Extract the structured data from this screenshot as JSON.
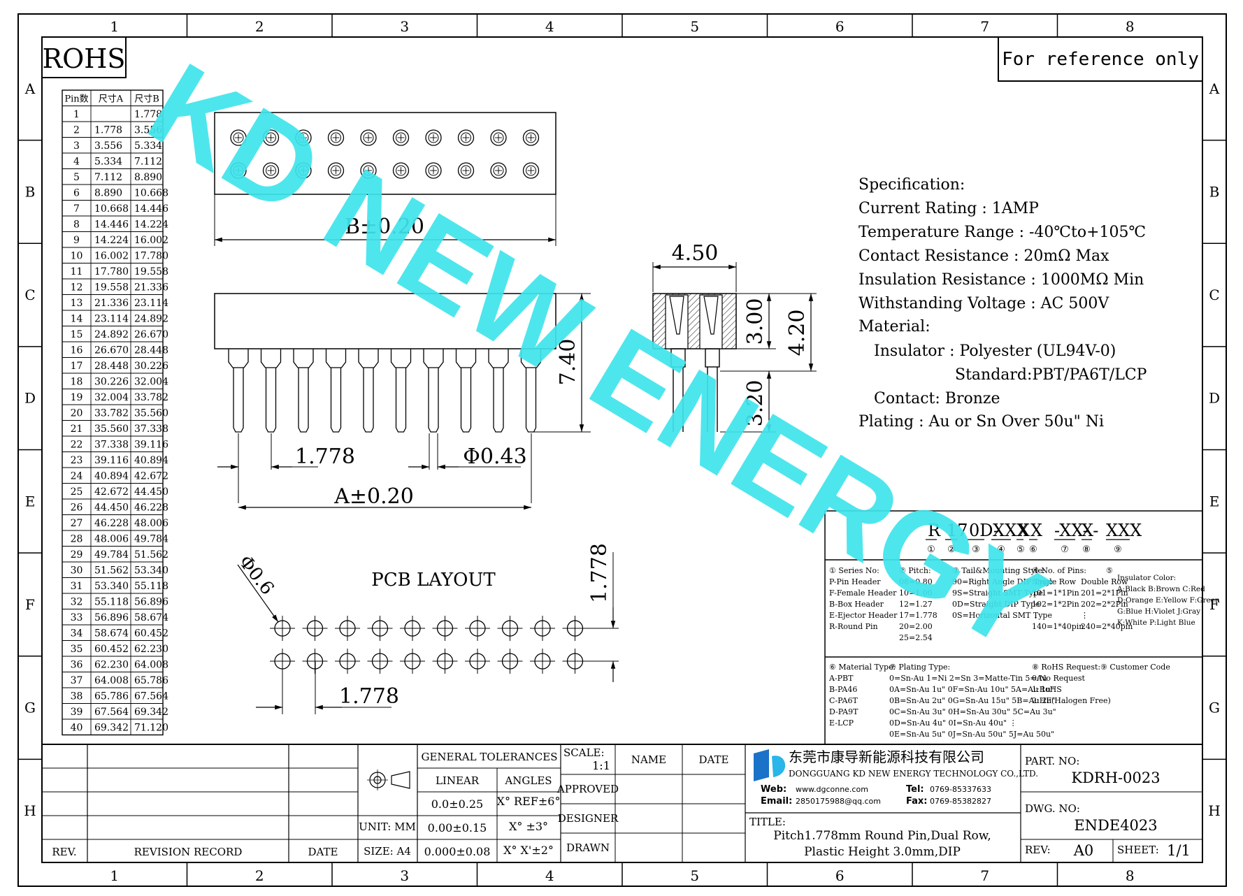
{
  "border": {
    "columns": [
      "1",
      "2",
      "3",
      "4",
      "5",
      "6",
      "7",
      "8"
    ],
    "rows": [
      "A",
      "B",
      "C",
      "D",
      "E",
      "F",
      "G",
      "H"
    ]
  },
  "rohs_label": "ROHS",
  "reference_label": "For reference only",
  "watermark": "KD NEW ENERGY",
  "pin_table": {
    "headers": [
      "Pin数",
      "尺寸A",
      "尺寸B"
    ],
    "rows": [
      [
        "1",
        "",
        "1.778"
      ],
      [
        "2",
        "1.778",
        "3.556"
      ],
      [
        "3",
        "3.556",
        "5.334"
      ],
      [
        "4",
        "5.334",
        "7.112"
      ],
      [
        "5",
        "7.112",
        "8.890"
      ],
      [
        "6",
        "8.890",
        "10.668"
      ],
      [
        "7",
        "10.668",
        "14.446"
      ],
      [
        "8",
        "14.446",
        "14.224"
      ],
      [
        "9",
        "14.224",
        "16.002"
      ],
      [
        "10",
        "16.002",
        "17.780"
      ],
      [
        "11",
        "17.780",
        "19.558"
      ],
      [
        "12",
        "19.558",
        "21.336"
      ],
      [
        "13",
        "21.336",
        "23.114"
      ],
      [
        "14",
        "23.114",
        "24.892"
      ],
      [
        "15",
        "24.892",
        "26.670"
      ],
      [
        "16",
        "26.670",
        "28.448"
      ],
      [
        "17",
        "28.448",
        "30.226"
      ],
      [
        "18",
        "30.226",
        "32.004"
      ],
      [
        "19",
        "32.004",
        "33.782"
      ],
      [
        "20",
        "33.782",
        "35.560"
      ],
      [
        "21",
        "35.560",
        "37.338"
      ],
      [
        "22",
        "37.338",
        "39.116"
      ],
      [
        "23",
        "39.116",
        "40.894"
      ],
      [
        "24",
        "40.894",
        "42.672"
      ],
      [
        "25",
        "42.672",
        "44.450"
      ],
      [
        "26",
        "44.450",
        "46.228"
      ],
      [
        "27",
        "46.228",
        "48.006"
      ],
      [
        "28",
        "48.006",
        "49.784"
      ],
      [
        "29",
        "49.784",
        "51.562"
      ],
      [
        "30",
        "51.562",
        "53.340"
      ],
      [
        "31",
        "53.340",
        "55.118"
      ],
      [
        "32",
        "55.118",
        "56.896"
      ],
      [
        "33",
        "56.896",
        "58.674"
      ],
      [
        "34",
        "58.674",
        "60.452"
      ],
      [
        "35",
        "60.452",
        "62.230"
      ],
      [
        "36",
        "62.230",
        "64.008"
      ],
      [
        "37",
        "64.008",
        "65.786"
      ],
      [
        "38",
        "65.786",
        "67.564"
      ],
      [
        "39",
        "67.564",
        "69.342"
      ],
      [
        "40",
        "69.342",
        "71.120"
      ]
    ]
  },
  "dims": {
    "b_width": "B±0.20",
    "pitch": "1.778",
    "pin_dia": "Φ0.43",
    "a_width": "A±0.20",
    "height_total": "7.40",
    "side_width": "4.50",
    "h_300": "3.00",
    "h_420": "4.20",
    "h_320": "3.20",
    "pcb_title": "PCB LAYOUT",
    "pcb_hole": "Φ0.6",
    "pcb_row_pitch": "1.778",
    "pcb_pitch": "1.778"
  },
  "specification": [
    "Specification:",
    "Current Rating : 1AMP",
    "Temperature Range : -40℃to+105℃",
    "Contact Resistance : 20mΩ Max",
    "Insulation Resistance : 1000MΩ Min",
    "Withstanding Voltage : AC 500V",
    "Material:",
    "Insulator : Polyester (UL94V-0)",
    "Standard:PBT/PA6T/LCP",
    "Contact: Bronze",
    "Plating : Au or Sn Over 50u\" Ni"
  ],
  "part_code": {
    "segments": [
      "R",
      "17",
      "0D-",
      "XXX",
      "X",
      "X",
      "-XX-",
      "X-",
      "XXX"
    ],
    "markers": [
      "①",
      "②",
      "③",
      "④",
      "⑤",
      "⑥",
      "⑦",
      "⑧",
      "⑨"
    ]
  },
  "code_legend": {
    "series": [
      "① Series No:",
      "P-Pin Header",
      "F-Female Header",
      "B-Box Header",
      "E-Ejector Header",
      "R-Round Pin"
    ],
    "pitch": [
      "② Pitch:",
      "08=0.80",
      "10=1.00",
      "12=1.27",
      "17=1.778",
      "20=2.00",
      "25=2.54"
    ],
    "tail": [
      "③ Tail&Mounting Style:",
      "90=Right Angle DIP Type",
      "9S=Straight SMT Type",
      "0D=Straight DIP Type",
      "0S=Horizontal SMT Type"
    ],
    "pins": [
      "④ No. of Pins:",
      "Single Row",
      "101=1*1Pin",
      "102=1*2Pin",
      "⋮",
      "140=1*40pin"
    ],
    "pins_double": [
      "Double Row",
      "201=2*1Pin",
      "202=2*2Pin",
      "⋮",
      "240=2*40pin"
    ],
    "insulator": [
      "⑤",
      "Insulator Color:",
      "A:Black  B:Brown  C:Red",
      "D:Orange E:Yellow F:Green",
      "G:Blue   H:Violet J:Gray",
      "K:White  P:Light Blue"
    ],
    "material": [
      "⑥ Material Type:",
      "A-PBT",
      "B-PA46",
      "C-PA6T",
      "D-PA9T",
      "E-LCP"
    ],
    "plating": [
      "⑦ Plating Type:",
      "0=Sn-Au 1=Ni 2=Sn 3=Matte-Tin 5=Au",
      "0A=Sn-Au 1u\" 0F=Sn-Au 10u\"  5A=Au 1u\"",
      "0B=Sn-Au 2u\" 0G=Sn-Au 15u\"  5B=Au 2u\"",
      "0C=Sn-Au 3u\" 0H=Sn-Au 30u\"  5C=Au 3u\"",
      "0D=Sn-Au 4u\" 0I=Sn-Au 40u\"      ⋮",
      "0E=Sn-Au 5u\" 0J=Sn-Au 50u\"  5J=Au 50u\""
    ],
    "rohs": [
      "⑧ RoHS Request:",
      "0:No Request",
      "1:RoHS",
      "2:HF(Halogen Free)"
    ],
    "customer": [
      "⑨ Customer Code"
    ]
  },
  "title_block": {
    "rev": "REV.",
    "revision_record": "REVISION RECORD",
    "date": "DATE",
    "general_tolerances": "GENERAL TOLERANCES",
    "linear": "LINEAR",
    "angles": "ANGLES",
    "lin1": "0.0±0.25",
    "lin2": "0.00±0.15",
    "lin3": "0.000±0.08",
    "ang1": "X° REF±6°",
    "ang2": "X° ±3°",
    "ang3": "X° X'±2°",
    "unit": "UNIT: MM",
    "size": "SIZE: A4",
    "scale": "SCALE:",
    "scale_value": "1:1",
    "name": "NAME",
    "date2": "DATE",
    "approved": "APPROVED",
    "designer": "DESIGNER",
    "drawn": "DRAWN",
    "company_cn": "东莞市康导新能源科技有限公司",
    "company_en": "DONGGUANG KD NEW ENERGY TECHNOLOGY CO.,LTD.",
    "web_label": "Web:",
    "web": "www.dgconne.com",
    "email_label": "Email:",
    "email": "2850175988@qq.com",
    "tel_label": "Tel:",
    "tel": "0769-85337633",
    "fax_label": "Fax:",
    "fax": "0769-85382827",
    "title_label": "TITLE:",
    "title_line1": "Pitch1.778mm Round Pin,Dual Row,",
    "title_line2": "Plastic Height 3.0mm,DIP",
    "part_no_label": "PART. NO:",
    "part_no": "KDRH-0023",
    "dwg_no_label": "DWG. NO:",
    "dwg_no": "ENDE4023",
    "rev_label": "REV:",
    "rev_value": "A0",
    "sheet_label": "SHEET:",
    "sheet_value": "1/1"
  }
}
